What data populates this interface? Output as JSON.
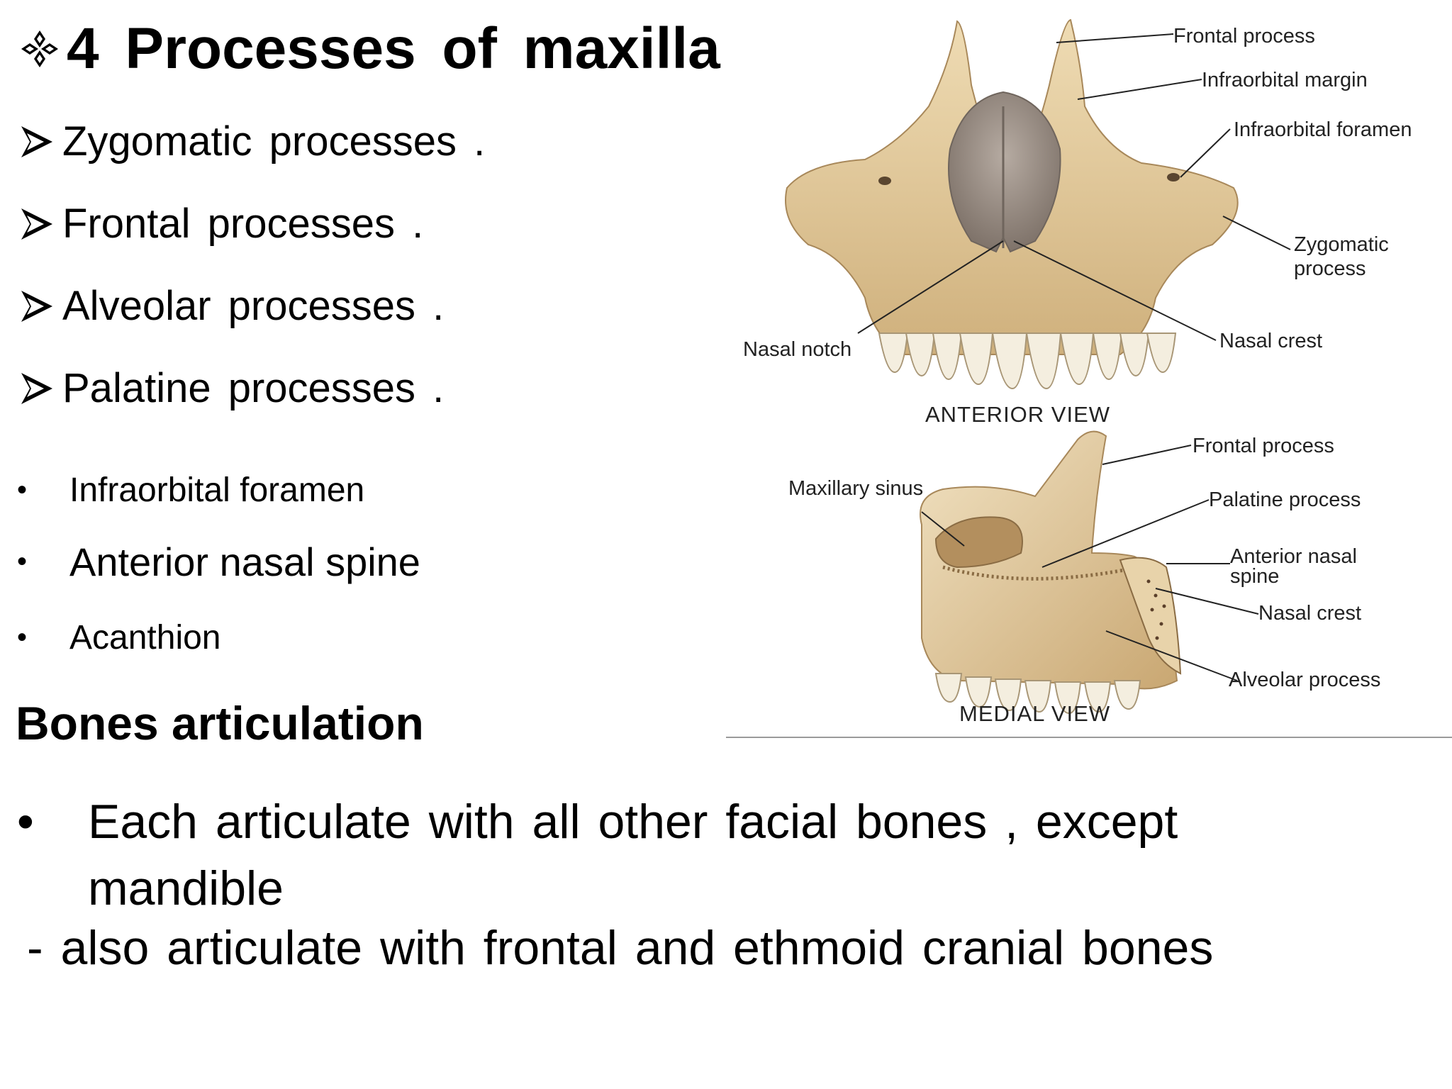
{
  "title": "4  Processes  of  maxilla",
  "processes": [
    "Zygomatic  processes .",
    "Frontal  processes .",
    "Alveolar  processes .",
    "Palatine processes ."
  ],
  "features": [
    "Infraorbital foramen",
    "Anterior nasal spine",
    "Acanthion"
  ],
  "bullet_symbol": "•",
  "section_heading": "Bones articulation",
  "articulation_bullet": "Each  articulate with all other facial bones , except mandible",
  "articulation_note": " - also articulate with frontal and ethmoid  cranial  bones",
  "figure": {
    "anterior": {
      "view_label": "ANTERIOR VIEW",
      "frontal_process": "Frontal process",
      "infraorbital_margin": "Infraorbital margin",
      "infraorbital_foramen": "Infraorbital foramen",
      "zygomatic_line1": "Zygomatic",
      "zygomatic_line2": "process",
      "nasal_crest": "Nasal crest",
      "nasal_notch": "Nasal notch"
    },
    "medial": {
      "view_label": "MEDIAL VIEW",
      "frontal_process": "Frontal process",
      "maxillary_sinus": "Maxillary sinus",
      "palatine_process": "Palatine process",
      "anterior_nasal_line1": "Anterior nasal",
      "anterior_nasal_line2": "spine",
      "nasal_crest": "Nasal crest",
      "alveolar_process": "Alveolar process"
    }
  },
  "colors": {
    "text": "#000000",
    "bone": "#e6d2a8",
    "bone_dark": "#b89a68",
    "cavity": "#9a8f88",
    "tooth": "#f4eedf"
  }
}
